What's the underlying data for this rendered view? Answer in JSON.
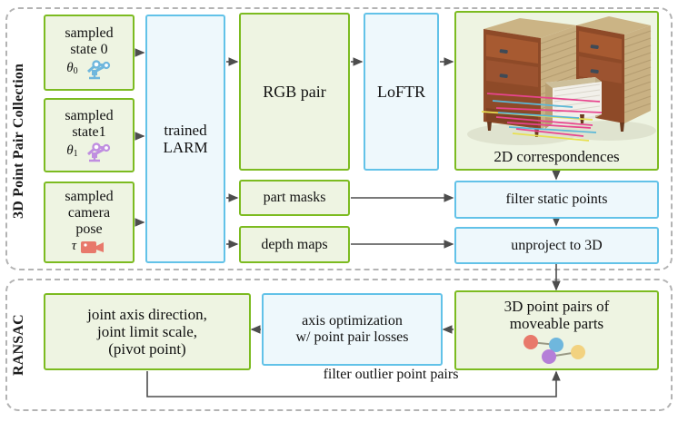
{
  "figure": {
    "sections": [
      {
        "id": "collection",
        "label": "3D Point Pair Collection"
      },
      {
        "id": "ransac",
        "label": "RANSAC"
      }
    ]
  },
  "nodes": {
    "sampled_state0": {
      "line1": "sampled",
      "line2": "state 0",
      "symbol": "θ",
      "subscript": "0",
      "icon": "robot-arm-icon",
      "icon_color": "#6fb7dd",
      "style": "green"
    },
    "sampled_state1": {
      "line1": "sampled",
      "line2": "state1",
      "symbol": "θ",
      "subscript": "1",
      "icon": "robot-arm-icon",
      "icon_color": "#c08ee0",
      "style": "green"
    },
    "sampled_camera": {
      "line1": "sampled",
      "line2": "camera",
      "line3": "pose",
      "symbol": "τ",
      "subscript": "",
      "icon": "camera-icon",
      "icon_color": "#e8796b",
      "style": "green"
    },
    "trained_larm": {
      "line1": "trained",
      "line2": "LARM",
      "style": "blue"
    },
    "rgb_pair": {
      "line1": "RGB pair",
      "style": "green"
    },
    "part_masks": {
      "line1": "part masks",
      "style": "green"
    },
    "depth_maps": {
      "line1": "depth maps",
      "style": "green"
    },
    "loftr": {
      "line1": "LoFTR",
      "style": "blue"
    },
    "correspondences": {
      "caption": "2D correspondences",
      "style": "green"
    },
    "filter_static": {
      "line1": "filter static points",
      "style": "blue"
    },
    "unproject": {
      "line1": "unproject to 3D",
      "style": "blue"
    },
    "point_pairs_3d": {
      "line1": "3D point pairs of",
      "line2": "moveable parts",
      "style": "green"
    },
    "axis_opt": {
      "line1": "axis optimization",
      "line2": "w/ point pair losses",
      "style": "blue"
    },
    "joint_params": {
      "line1": "joint axis direction,",
      "line2": "joint limit scale,",
      "line3": "(pivot point)",
      "style": "green"
    }
  },
  "edge_labels": {
    "filter_outliers": "filter outlier point pairs"
  },
  "colors": {
    "green_border": "#7cbb20",
    "green_fill": "#eef4e2",
    "blue_border": "#62c2e8",
    "blue_fill": "#eef8fc",
    "dashed_border": "#b3b3b3",
    "arrow": "#4d4d4d",
    "dot_red": "#e8796b",
    "dot_blue": "#6fb7dd",
    "dot_purple": "#b57fd8",
    "dot_yellow": "#f2d280"
  },
  "illustration": {
    "name": "two-cabinet-correspondence-image",
    "description": "two rendered wooden cabinets with colored correspondence lines",
    "line_colors": [
      "#e8458f",
      "#5bb8d8",
      "#e8e052",
      "#e8458f",
      "#5bb8d8"
    ]
  }
}
